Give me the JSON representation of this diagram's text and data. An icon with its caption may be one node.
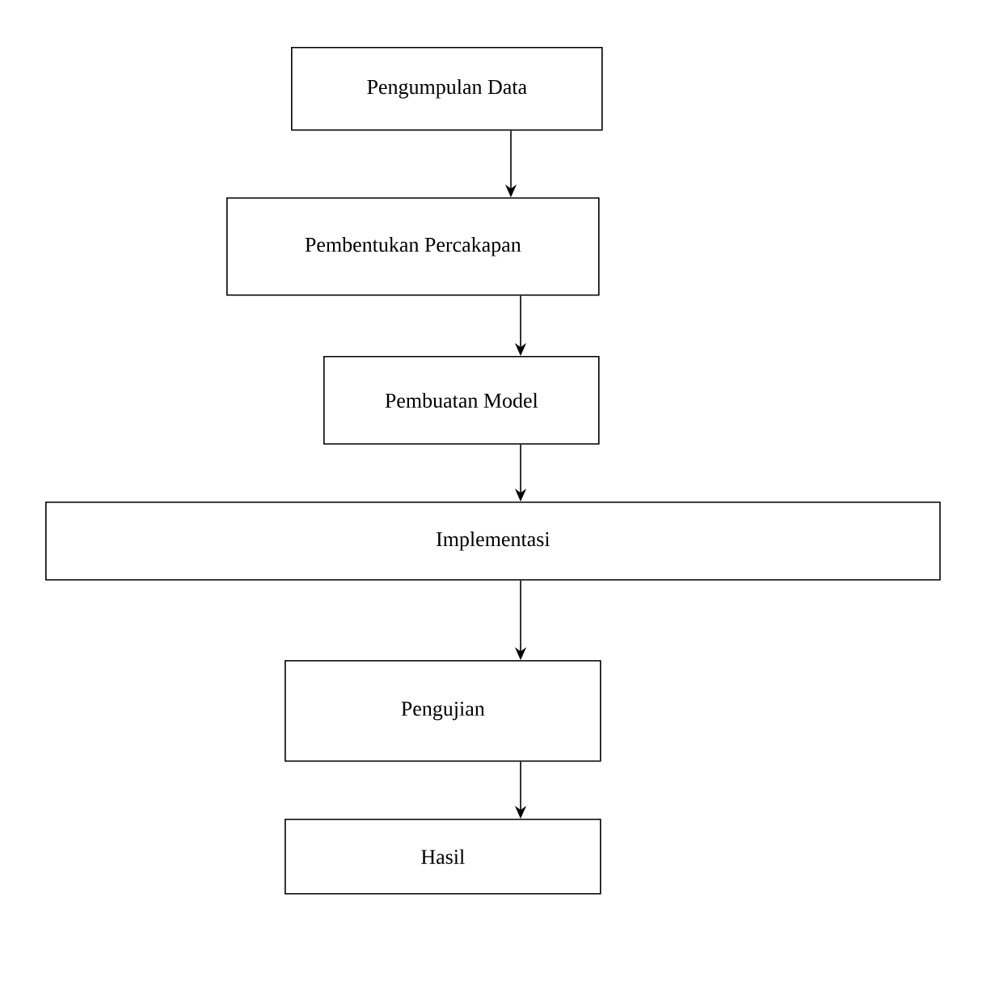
{
  "diagram": {
    "nodes": [
      {
        "text": [
          "Pengumpulan Data"
        ]
      },
      {
        "text": [
          "Pembentukan Percakapan"
        ]
      },
      {
        "text": [
          "Pembuatan Model"
        ]
      },
      {
        "text": [
          "Implementasi"
        ]
      },
      {
        "text": [
          "Pengujian"
        ]
      },
      {
        "text": [
          "Hasil"
        ]
      }
    ],
    "edges": [
      {
        "from": 0,
        "to": 1,
        "arrow": "to"
      },
      {
        "from": 1,
        "to": 2,
        "arrow": "to"
      },
      {
        "from": 2,
        "to": 3,
        "arrow": "to"
      },
      {
        "from": 3,
        "to": 4,
        "arrow": "to"
      },
      {
        "from": 4,
        "to": 5,
        "arrow": "to"
      }
    ]
  }
}
